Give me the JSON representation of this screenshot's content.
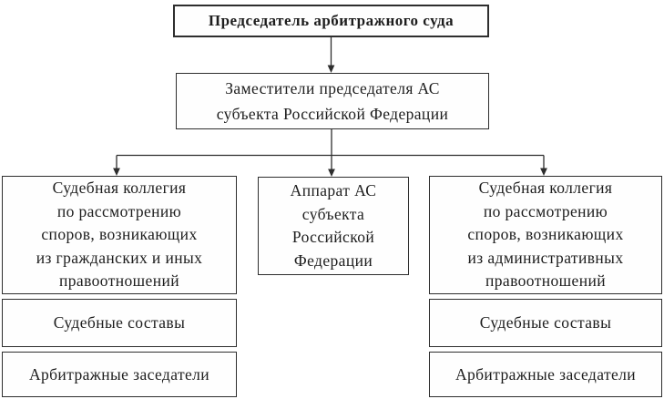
{
  "colors": {
    "background": "#ffffff",
    "box_fill": "#fefefe",
    "border": "#2e2e2e",
    "line": "#2e2e2e",
    "text": "#1d1d1d"
  },
  "org_chart": {
    "type": "hierarchy-diagram",
    "chairman": {
      "label": "Председатель арбитражного суда"
    },
    "deputies": {
      "lines": [
        "Заместители председателя АС",
        "субъекта Российской Федерации"
      ]
    },
    "civil_college": {
      "lines": [
        "Судебная коллегия",
        "по рассмотрению",
        "споров, возникающих",
        "из гражданских и иных",
        "правоотношений"
      ]
    },
    "apparatus": {
      "lines": [
        "Аппарат АС",
        "субъекта",
        "Российской",
        "Федерации"
      ]
    },
    "admin_college": {
      "lines": [
        "Судебная коллегия",
        "по рассмотрению",
        "споров, возникающих",
        "из административных",
        "правоотношений"
      ]
    },
    "civil_panels": {
      "label": "Судебные составы"
    },
    "civil_assessors": {
      "label": "Арбитражные заседатели"
    },
    "admin_panels": {
      "label": "Судебные составы"
    },
    "admin_assessors": {
      "label": "Арбитражные заседатели"
    }
  }
}
